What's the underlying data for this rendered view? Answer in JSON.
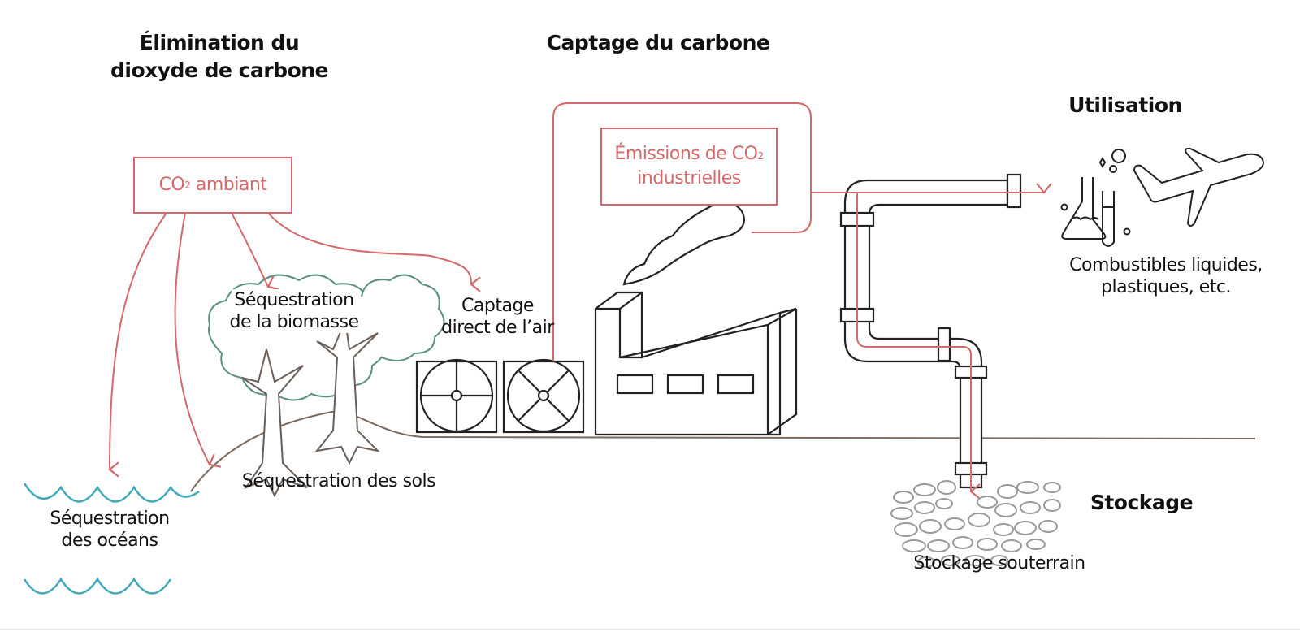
{
  "headings": {
    "removal": [
      "Élimination du",
      "dioxyde de carbone"
    ],
    "capture": "Captage du carbone",
    "utilization": "Utilisation",
    "storage": "Stockage"
  },
  "boxes": {
    "ambient_co2": {
      "prefix": "CO",
      "sub": "2",
      "suffix": " ambiant"
    },
    "industrial_emissions": {
      "line1_prefix": "Émissions de CO",
      "line1_sub": "2",
      "line2": "industrielles"
    }
  },
  "labels": {
    "biomass": [
      "Séquestration",
      "de la biomasse"
    ],
    "direct_air": [
      "Captage",
      "direct de l’air"
    ],
    "soil": "Séquestration des sols",
    "ocean": [
      "Séquestration",
      "des océans"
    ],
    "fuels": [
      "Combustibles liquides,",
      "plastiques, etc."
    ],
    "underground": "Stockage souterrain"
  },
  "colors": {
    "arrow_red": "#d4686a",
    "ink": "#222222",
    "ocean_teal": "#3fa9b8",
    "foliage_green": "#5a9080",
    "ground_brown": "#7a6a60",
    "rock_gray": "#9a9a9a"
  },
  "icons": {
    "lab_flask": "flask-icon",
    "airplane": "airplane-icon",
    "factory": "factory-icon",
    "fan_unit": "fan-icon",
    "trees": "tree-icon",
    "waves": "wave-icon",
    "pipeline": "pipe-icon",
    "rocks": "rock-icon"
  }
}
